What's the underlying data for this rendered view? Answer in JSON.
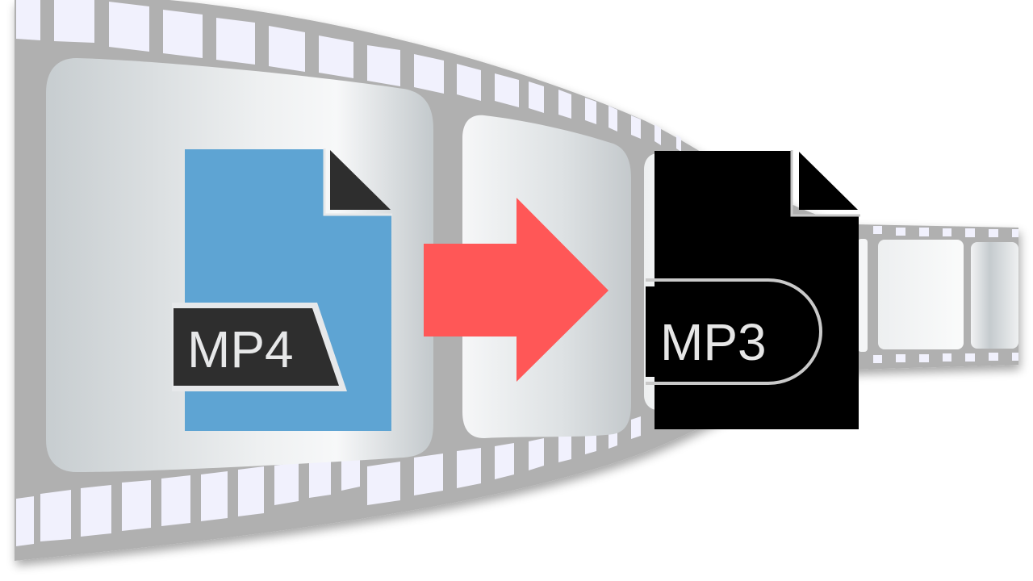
{
  "graphic": {
    "description": "MP4 to MP3 conversion illustration over a curved film strip",
    "source_icon": {
      "label": "MP4",
      "body_color": "#5DA3D2",
      "corner_color": "#2E2E2E",
      "label_bg": "#2E2E2E",
      "label_fg": "#E8E8E8"
    },
    "target_icon": {
      "label": "MP3",
      "body_color": "#000000",
      "label_fg": "#E6E6E6",
      "outline": "#C8C8C8"
    },
    "arrow": {
      "color": "#FF5757",
      "direction": "right"
    },
    "film_strip": {
      "base_color": "#B0B0B0",
      "hole_color": "#F1F1FD",
      "frame_light": "#F6F7F8",
      "frame_dark": "#C3C8CB"
    }
  }
}
